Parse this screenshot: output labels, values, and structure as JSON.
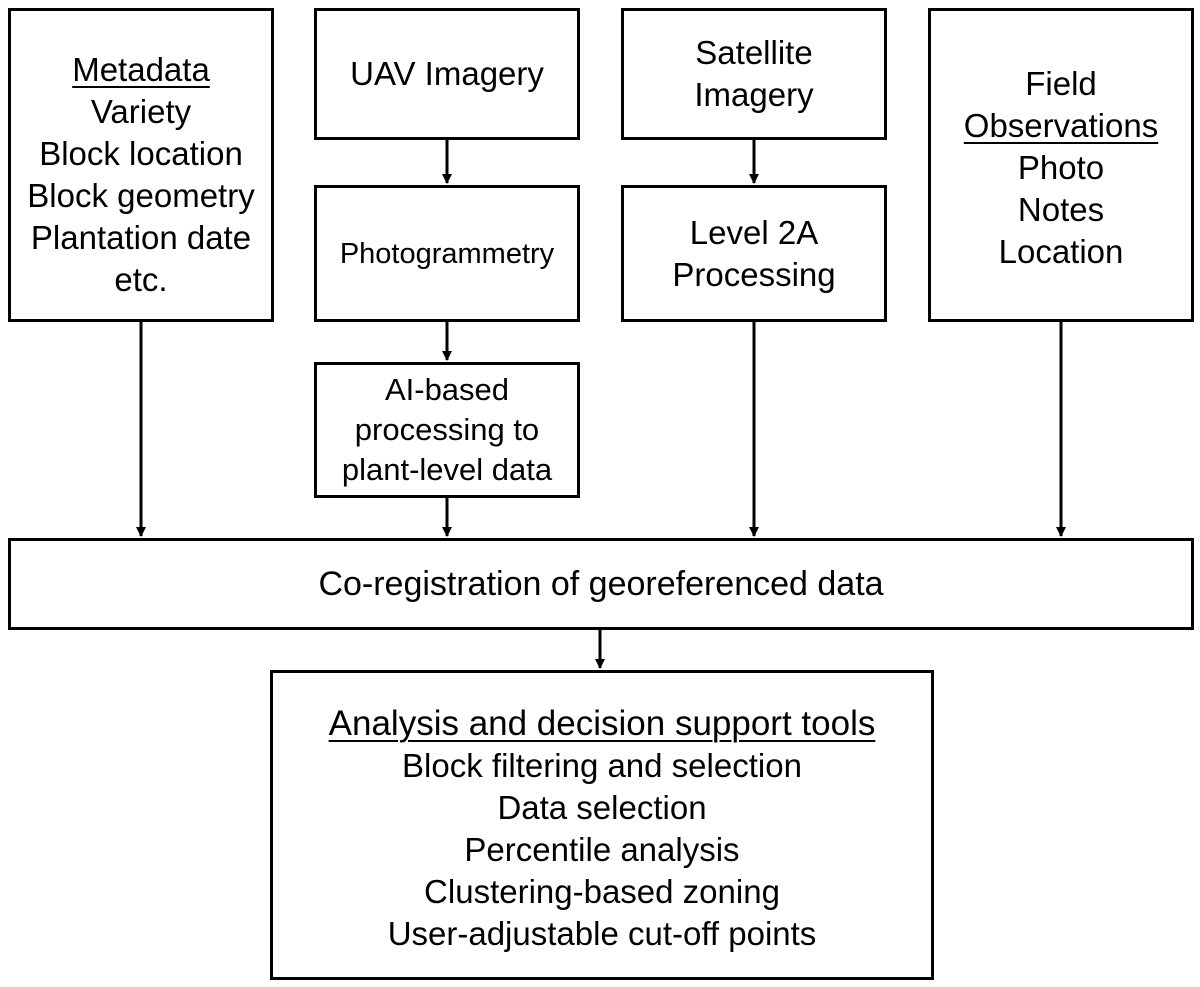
{
  "nodes": {
    "metadata": {
      "title": "Metadata",
      "items": [
        "Variety",
        "Block location",
        "Block geometry",
        "Plantation date",
        "etc."
      ]
    },
    "uav_imagery": {
      "label": "UAV Imagery"
    },
    "satellite_imagery": {
      "lines": [
        "Satellite",
        "Imagery"
      ]
    },
    "field_observations": {
      "title_lines": [
        "Field",
        "Observations"
      ],
      "items": [
        "Photo",
        "Notes",
        "Location"
      ]
    },
    "photogrammetry": {
      "label": "Photogrammetry"
    },
    "level_2a": {
      "lines": [
        "Level 2A",
        "Processing"
      ]
    },
    "ai_processing": {
      "lines": [
        "AI-based",
        "processing to",
        "plant-level data"
      ]
    },
    "coregistration": {
      "label": "Co-registration of georeferenced data"
    },
    "analysis": {
      "title": "Analysis and decision support tools",
      "items": [
        "Block filtering and selection",
        "Data selection",
        "Percentile analysis",
        "Clustering-based zoning",
        "User-adjustable cut-off points"
      ]
    }
  },
  "edges": [
    {
      "from": "uav_imagery",
      "to": "photogrammetry"
    },
    {
      "from": "photogrammetry",
      "to": "ai_processing"
    },
    {
      "from": "satellite_imagery",
      "to": "level_2a"
    },
    {
      "from": "metadata",
      "to": "coregistration"
    },
    {
      "from": "ai_processing",
      "to": "coregistration"
    },
    {
      "from": "level_2a",
      "to": "coregistration"
    },
    {
      "from": "field_observations",
      "to": "coregistration"
    },
    {
      "from": "coregistration",
      "to": "analysis"
    }
  ],
  "colors": {
    "stroke": "#000000",
    "background": "#ffffff"
  }
}
